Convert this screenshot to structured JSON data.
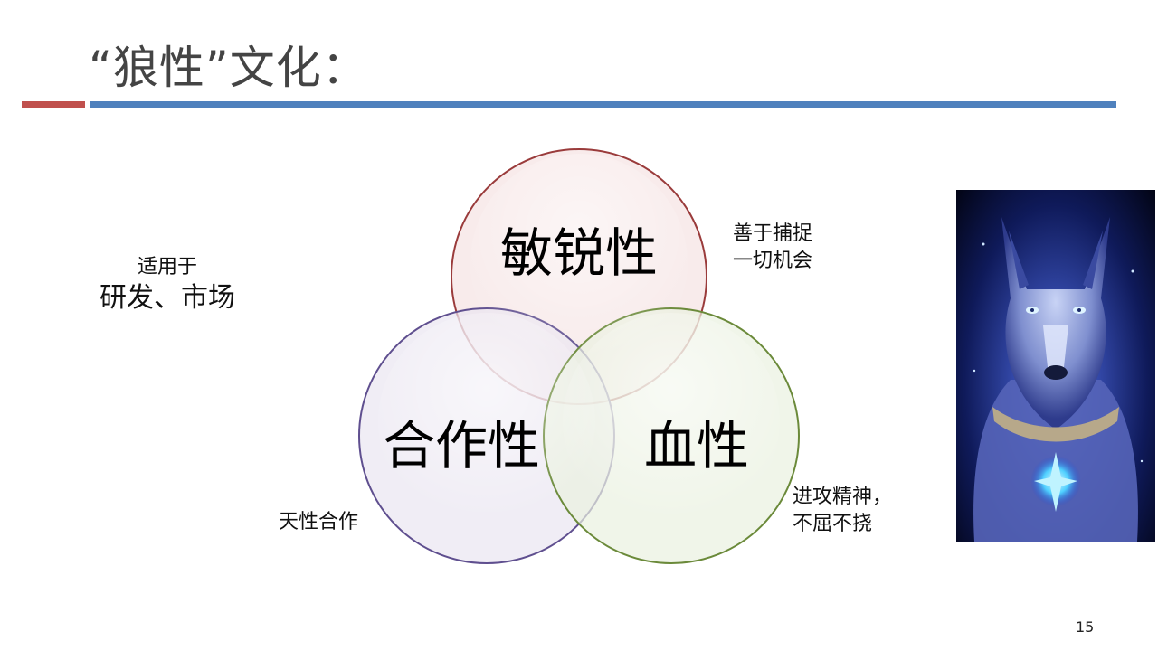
{
  "slide": {
    "title": "“狼性”文化：",
    "page_number": "15",
    "colors": {
      "accent_red": "#c0504d",
      "accent_blue": "#4f81bd"
    }
  },
  "applies_to": {
    "line1": "适用于",
    "line2": "研发、市场"
  },
  "venn": {
    "circles": [
      {
        "label": "敏锐性",
        "fill": "#f6e4e4",
        "stroke": "#9a3b3b"
      },
      {
        "label": "合作性",
        "fill": "#e9e5f1",
        "stroke": "#5f4f8f"
      },
      {
        "label": "血性",
        "fill": "#eaf1df",
        "stroke": "#6b8a3a"
      }
    ],
    "notes": {
      "top_right": [
        "善于捕捉",
        "一切机会"
      ],
      "bottom_left": [
        "天性合作"
      ],
      "bottom_right": [
        "进攻精神，",
        "不屈不挠"
      ]
    }
  },
  "image": {
    "icon": "wolf-illustration"
  }
}
